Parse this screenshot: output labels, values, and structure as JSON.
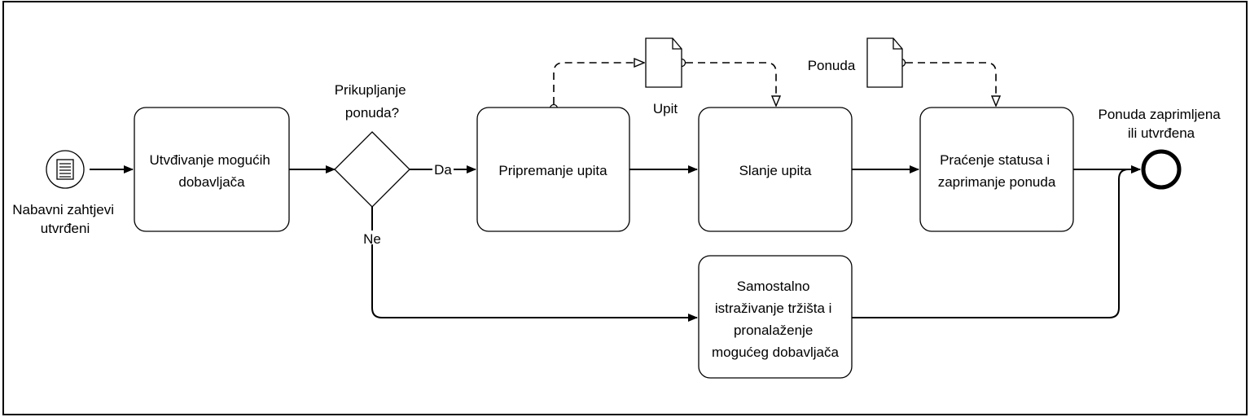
{
  "start_event": {
    "label_lines": [
      "Nabavni zahtjevi",
      "utvrđeni"
    ],
    "icon": "message-list-icon"
  },
  "tasks": {
    "identify": [
      "Utvđivanje mogućih",
      "dobavljača"
    ],
    "prepare": [
      "Pripremanje upita"
    ],
    "send": [
      "Slanje upita"
    ],
    "track": [
      "Praćenje statusa i",
      "zaprimanje ponuda"
    ],
    "research": [
      "Samostalno",
      "istraživanje tržišta i",
      "pronalaženje",
      "mogućeg dobavljača"
    ]
  },
  "gateway": {
    "question_lines": [
      "Prikupljanje",
      "ponuda?"
    ],
    "yes_label": "Da",
    "no_label": "Ne"
  },
  "data_objects": {
    "inquiry": "Upit",
    "offer": "Ponuda"
  },
  "end_event": {
    "label_lines": [
      "Ponuda zaprimljena",
      "ili utvrđena"
    ]
  }
}
